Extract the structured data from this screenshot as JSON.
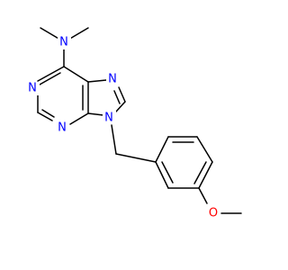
{
  "molecule": {
    "colors": {
      "bond": "#000000",
      "nitrogen": "#0000ff",
      "oxygen": "#ff0000",
      "background": "#ffffff"
    },
    "atoms": [
      {
        "id": "n_dimethyl",
        "label": "N",
        "element": "nitrogen"
      },
      {
        "id": "n_ring1",
        "label": "N",
        "element": "nitrogen"
      },
      {
        "id": "n_ring3",
        "label": "N",
        "element": "nitrogen"
      },
      {
        "id": "n_imidazole7",
        "label": "N",
        "element": "nitrogen"
      },
      {
        "id": "n_imidazole9",
        "label": "N",
        "element": "nitrogen"
      },
      {
        "id": "o_methoxy",
        "label": "O",
        "element": "oxygen"
      }
    ]
  }
}
